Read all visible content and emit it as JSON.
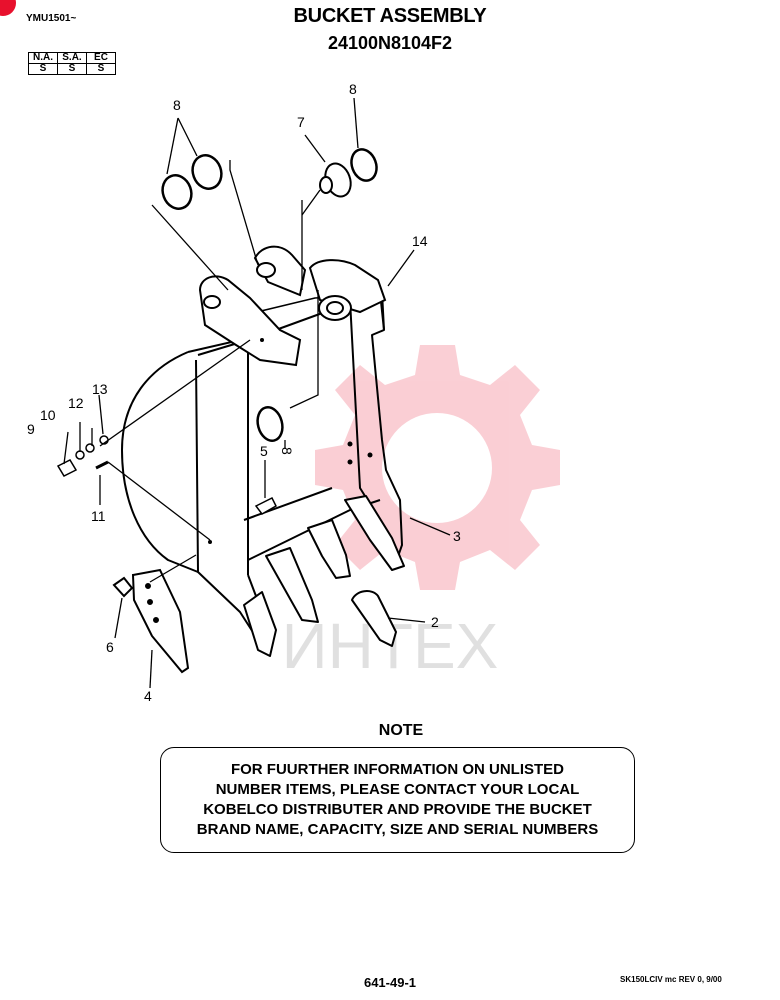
{
  "header": {
    "model_code": "YMU1501~",
    "title": "BUCKET ASSEMBLY",
    "part_number": "24100N8104F2"
  },
  "availability": {
    "columns": [
      "N.A.",
      "S.A.",
      "EC"
    ],
    "values": [
      "S",
      "S",
      "S"
    ]
  },
  "callouts": {
    "c8a": "8",
    "c8b": "8",
    "c8c": "8",
    "c7": "7",
    "c14": "14",
    "c13": "13",
    "c12": "12",
    "c10": "10",
    "c9": "9",
    "c11": "11",
    "c5": "5",
    "c3": "3",
    "c2": "2",
    "c6": "6",
    "c4": "4"
  },
  "watermark": {
    "text": "ИНТЕХ",
    "color": "#e8112d"
  },
  "note": {
    "title": "NOTE",
    "lines": [
      "FOR FUURTHER INFORMATION ON UNLISTED",
      "NUMBER ITEMS, PLEASE CONTACT YOUR LOCAL",
      "KOBELCO DISTRIBUTER AND PROVIDE THE BUCKET",
      "BRAND NAME, CAPACITY, SIZE AND SERIAL NUMBERS"
    ]
  },
  "footer": {
    "page_number": "641-49-1",
    "revision": "SK150LCIV mc REV 0, 9/00"
  }
}
